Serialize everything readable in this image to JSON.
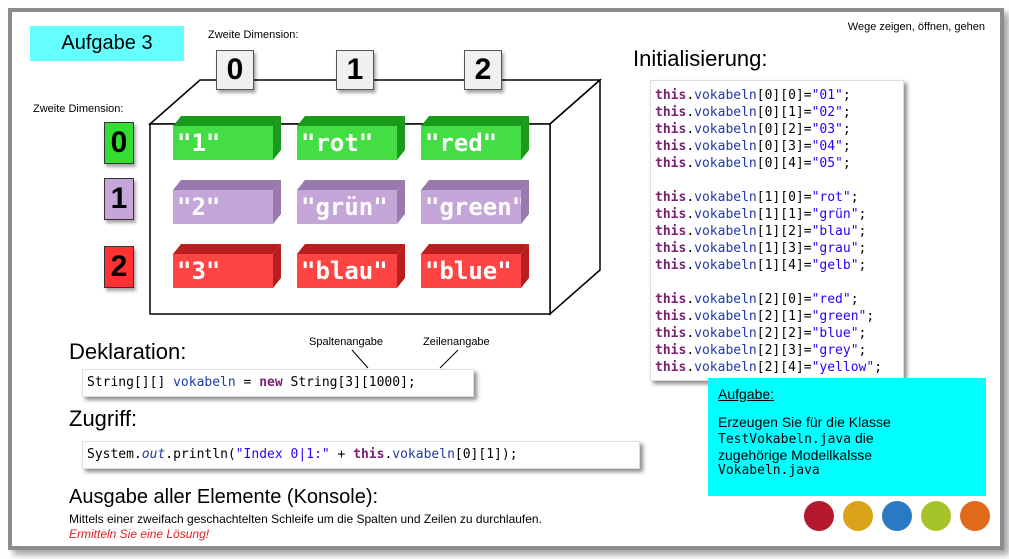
{
  "title": "Aufgabe 3",
  "corner_text": "Wege zeigen, öffnen, gehen",
  "top_dim_label": "Zweite Dimension:",
  "left_dim_label": "Zweite Dimension:",
  "column_tabs": [
    "0",
    "1",
    "2"
  ],
  "row_tabs": [
    {
      "label": "0",
      "color": "#33dd33"
    },
    {
      "label": "1",
      "color": "#c5a6d8"
    },
    {
      "label": "2",
      "color": "#ff3333"
    }
  ],
  "grid": [
    {
      "color": "#44dd44",
      "cells": [
        "\"1\"",
        "\"rot\"",
        "\"red\""
      ]
    },
    {
      "color": "#c5a6d8",
      "cells": [
        "\"2\"",
        "\"grün\"",
        "\"green\""
      ]
    },
    {
      "color": "#ff4444",
      "cells": [
        "\"3\"",
        "\"blau\"",
        "\"blue\""
      ]
    }
  ],
  "init_heading": "Initialisierung:",
  "init_code": [
    [
      "this.vokabeln[0][0]=\"01\";",
      "this.vokabeln[0][1]=\"02\";",
      "this.vokabeln[0][2]=\"03\";",
      "this.vokabeln[0][3]=\"04\";",
      "this.vokabeln[0][4]=\"05\";"
    ],
    [
      "this.vokabeln[1][0]=\"rot\";",
      "this.vokabeln[1][1]=\"grün\";",
      "this.vokabeln[1][2]=\"blau\";",
      "this.vokabeln[1][3]=\"grau\";",
      "this.vokabeln[1][4]=\"gelb\";"
    ],
    [
      "this.vokabeln[2][0]=\"red\";",
      "this.vokabeln[2][1]=\"green\";",
      "this.vokabeln[2][2]=\"blue\";",
      "this.vokabeln[2][3]=\"grey\";",
      "this.vokabeln[2][4]=\"yellow\";"
    ]
  ],
  "decl_heading": "Deklaration:",
  "spalten_label": "Spaltenangabe",
  "zeilen_label": "Zeilenangabe",
  "decl_code": {
    "type": "String[][] ",
    "var": "vokabeln",
    "eq": " = ",
    "kw": "new",
    "rest": " String[3][1000];"
  },
  "access_heading": "Zugriff:",
  "access_code": {
    "pre": "System.",
    "out": "out",
    "mid": ".println(",
    "str": "\"Index 0|1:\"",
    "plus": " + ",
    "kw": "this",
    "dot": ".",
    "fld": "vokabeln",
    "rest": "[0][1]);"
  },
  "output_heading": "Ausgabe aller Elemente (Konsole):",
  "output_text": "Mittels einer zweifach geschachtelten Schleife um die Spalten und Zeilen zu durchlaufen.",
  "output_highlight": "Ermitteln Sie eine Lösung!",
  "task": {
    "heading": "Aufgabe:",
    "line1": "Erzeugen Sie für die Klasse",
    "class1": "TestVokabeln.java",
    "die": " die",
    "line2": "zugehörige Modellkalsse",
    "class2": "Vokabeln.java"
  },
  "dots": [
    "#b5192d",
    "#dca21a",
    "#2a79c3",
    "#a7c32a",
    "#e1691a"
  ]
}
